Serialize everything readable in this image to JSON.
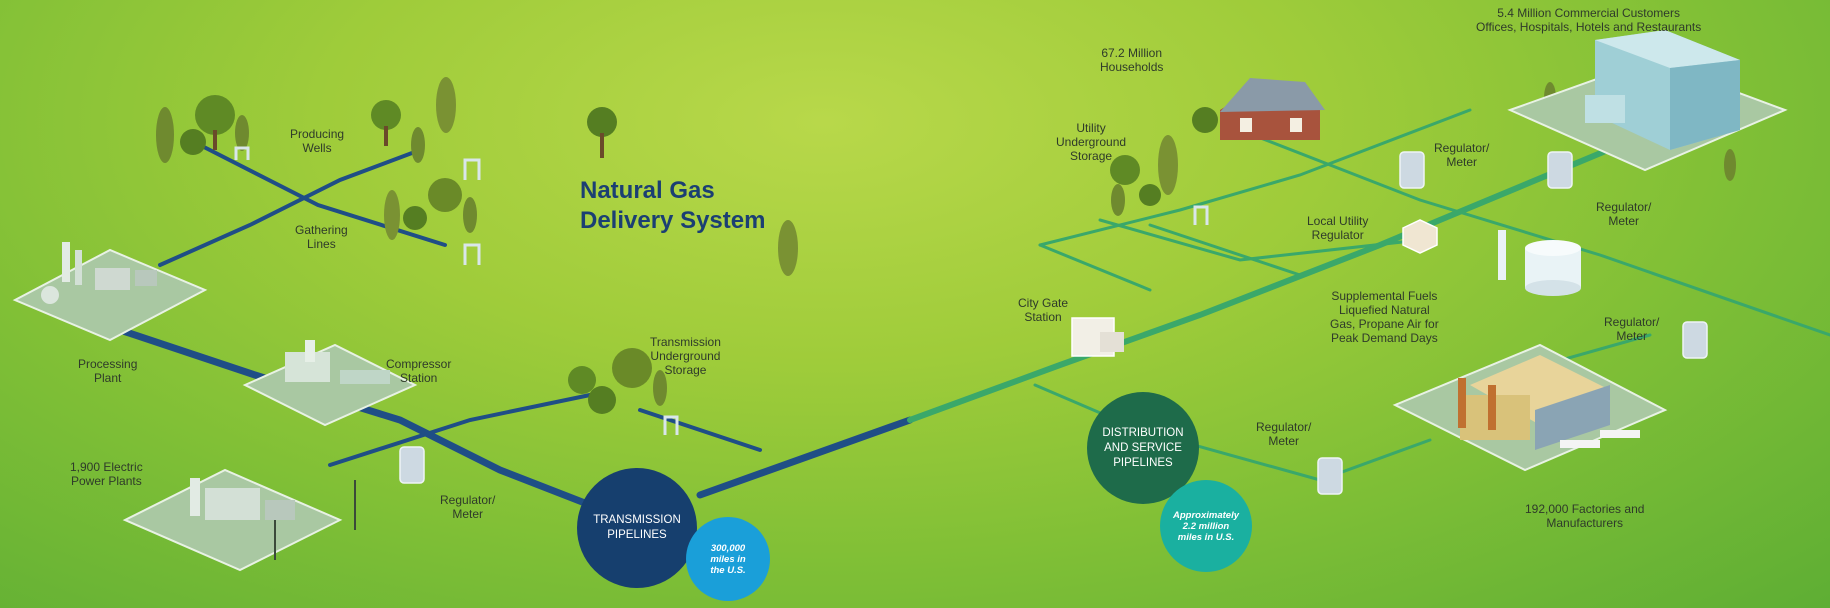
{
  "title": [
    "Natural Gas",
    "Delivery System"
  ],
  "labels": {
    "producing_wells": [
      "Producing",
      "Wells"
    ],
    "gathering_lines": [
      "Gathering",
      "Lines"
    ],
    "processing_plant": [
      "Processing",
      "Plant"
    ],
    "compressor_station": [
      "Compressor",
      "Station"
    ],
    "electric_power_plants": [
      "1,900 Electric",
      "Power Plants"
    ],
    "regulator_meter_1": [
      "Regulator/",
      "Meter"
    ],
    "transmission_storage": [
      "Transmission",
      "Underground",
      "Storage"
    ],
    "utility_storage": [
      "Utility",
      "Underground",
      "Storage"
    ],
    "households": [
      "67.2 Million",
      "Households"
    ],
    "commercial_customers": [
      "5.4 Million Commercial Customers",
      "Offices, Hospitals, Hotels and Restaurants"
    ],
    "regulator_meter_2": [
      "Regulator/",
      "Meter"
    ],
    "local_utility_regulator": [
      "Local Utility",
      "Regulator"
    ],
    "regulator_meter_3": [
      "Regulator/",
      "Meter"
    ],
    "city_gate_station": [
      "City Gate",
      "Station"
    ],
    "supplemental_fuels": [
      "Supplemental Fuels",
      "Liquefied Natural",
      "Gas, Propane Air for",
      "Peak Demand Days"
    ],
    "regulator_meter_4": [
      "Regulator/",
      "Meter"
    ],
    "regulator_meter_5": [
      "Regulator/",
      "Meter"
    ],
    "factories": [
      "192,000 Factories and",
      "Manufacturers"
    ]
  },
  "transmission_badge": {
    "label": [
      "TRANSMISSION",
      "PIPELINES"
    ],
    "miles": [
      "300,000",
      "miles in",
      "the U.S."
    ]
  },
  "distribution_badge": {
    "label": [
      "DISTRIBUTION",
      "AND SERVICE",
      "PIPELINES"
    ],
    "miles": [
      "Approximately",
      "2.2 million",
      "miles in U.S."
    ]
  },
  "colors": {
    "transmission_pipe": "#1f4e86",
    "distribution_pipe": "#3aa86a",
    "transmission_badge": "#163f6e",
    "transmission_miles": "#1a9fd9",
    "distribution_badge": "#1e6b4a",
    "distribution_miles": "#1ab0a0",
    "title": "#1b3f73"
  }
}
